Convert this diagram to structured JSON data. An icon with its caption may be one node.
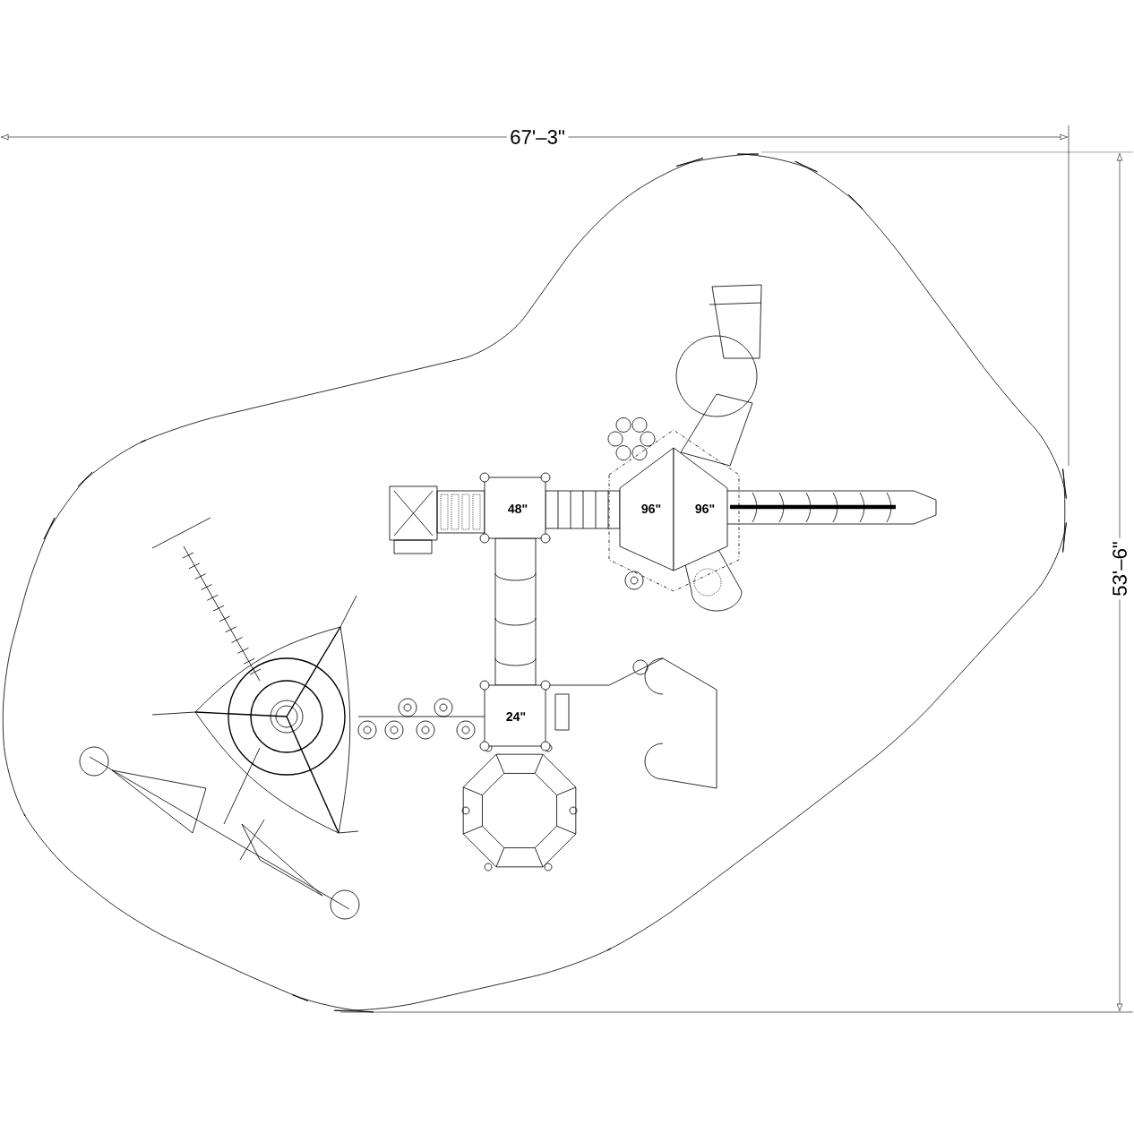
{
  "diagram": {
    "nodes": [
      {
        "text": [
          "48\""
        ]
      },
      {
        "text": [
          "96\""
        ]
      },
      {
        "text": [
          "96\""
        ]
      },
      {
        "text": [
          "24\""
        ]
      }
    ],
    "labels": [
      "67'–3\"",
      "53'–6\""
    ]
  }
}
